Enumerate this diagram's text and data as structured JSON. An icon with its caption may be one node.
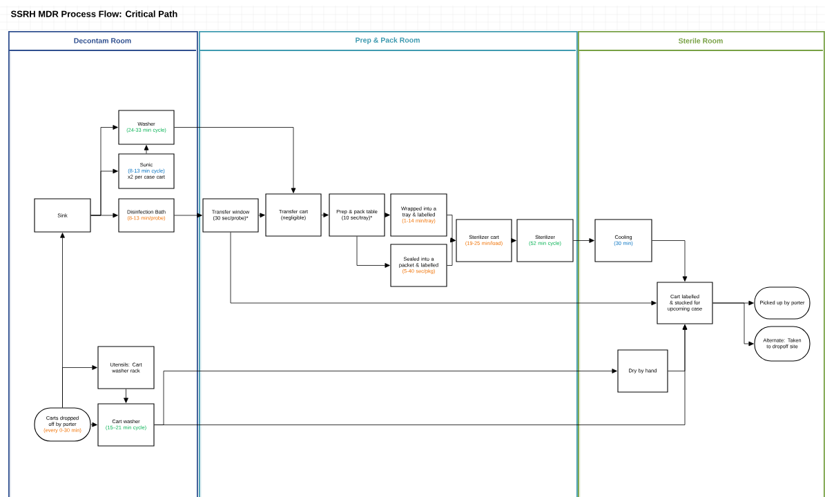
{
  "diagram": {
    "title": "SSRH MDR Process Flow: Critical Path",
    "nodes": [
      {
        "text": [
          "Decontam Room"
        ]
      },
      {
        "text": [
          "Prep & Pack Room"
        ]
      },
      {
        "text": [
          "Sterile Room"
        ]
      },
      {
        "text": [
          "Washer",
          "(24-33 min cycle)"
        ],
        "in": 0
      },
      {
        "text": [
          "Sonic",
          "(8-13 min cycle)",
          "x2 per case cart"
        ],
        "in": 0
      },
      {
        "text": [
          "Sink"
        ],
        "in": 0
      },
      {
        "text": [
          "Disinfection Bath",
          "(8-13 min/probe)"
        ],
        "in": 0
      },
      {
        "text": [
          "Transfer window (30 sec/probe)*"
        ],
        "in": 1
      },
      {
        "text": [
          "Transfer cart (negligible)"
        ],
        "in": 1
      },
      {
        "text": [
          "Prep & pack table (10 sec/tray)*"
        ],
        "in": 1
      },
      {
        "text": [
          "Wrapped into a tray & labelled",
          "(1-14 min/tray)"
        ],
        "in": 1
      },
      {
        "text": [
          "Sealed into a packet & labelled",
          "(5-40 sec/pkg)"
        ],
        "in": 1
      },
      {
        "text": [
          "Sterilizer cart",
          "(19-25 min/load)"
        ],
        "in": 1
      },
      {
        "text": [
          "Sterilizer",
          "(52 min cycle)"
        ],
        "in": 1
      },
      {
        "text": [
          "Cooling",
          "(30 min)"
        ],
        "in": 2
      },
      {
        "text": [
          "Cart labelled & stocked for upcoming case"
        ],
        "in": 2
      },
      {
        "text": [
          "Picked up by porter"
        ],
        "in": 2
      },
      {
        "text": [
          "Alternate: Taken to dropoff site"
        ],
        "in": 2
      },
      {
        "text": [
          "Utensils: Cart washer rack"
        ],
        "in": 0
      },
      {
        "text": [
          "Dry by hand"
        ],
        "in": 2
      },
      {
        "text": [
          "Carts dropped off by porter",
          "(every 0-30 min)"
        ],
        "in": 0
      },
      {
        "text": [
          "Cart washer",
          "(15–21 min cycle)"
        ],
        "in": 0
      }
    ],
    "edges": [
      {
        "from": 5,
        "to": 3,
        "arrow": "to"
      },
      {
        "from": 5,
        "to": 4,
        "arrow": "to"
      },
      {
        "from": 5,
        "to": 6,
        "arrow": "to"
      },
      {
        "from": 4,
        "to": 3,
        "arrow": "to"
      },
      {
        "from": 6,
        "to": 7,
        "arrow": "to"
      },
      {
        "from": 3,
        "to": 8,
        "arrow": "to"
      },
      {
        "from": 7,
        "to": 8,
        "arrow": "to"
      },
      {
        "from": 7,
        "to": 15,
        "arrow": "to"
      },
      {
        "from": 8,
        "to": 9,
        "arrow": "to"
      },
      {
        "from": 9,
        "to": 10,
        "arrow": "to"
      },
      {
        "from": 9,
        "to": 11,
        "arrow": "to"
      },
      {
        "from": 10,
        "to": 12,
        "arrow": "to"
      },
      {
        "from": 11,
        "to": 12,
        "arrow": "to"
      },
      {
        "from": 12,
        "to": 13,
        "arrow": "to"
      },
      {
        "from": 13,
        "to": 14,
        "arrow": "to"
      },
      {
        "from": 14,
        "to": 15,
        "arrow": "to"
      },
      {
        "from": 15,
        "to": 16,
        "arrow": "to"
      },
      {
        "from": 15,
        "to": 17,
        "arrow": "to"
      },
      {
        "from": 20,
        "to": 5,
        "arrow": "to"
      },
      {
        "from": 20,
        "to": 18,
        "arrow": "to"
      },
      {
        "from": 20,
        "to": 21,
        "arrow": "to"
      },
      {
        "from": 18,
        "to": 21,
        "arrow": "to"
      },
      {
        "from": 21,
        "to": 19,
        "arrow": "to"
      },
      {
        "from": 21,
        "to": 15,
        "arrow": "to"
      },
      {
        "from": 19,
        "to": 15,
        "arrow": "to"
      }
    ]
  }
}
